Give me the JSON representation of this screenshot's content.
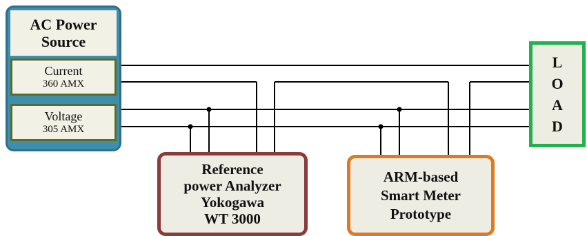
{
  "ac_source": {
    "title_line1": "AC Power",
    "title_line2": "Source",
    "current_label": "Current",
    "current_rating": "360 AMX",
    "voltage_label": "Voltage",
    "voltage_rating": "305 AMX"
  },
  "reference_analyzer": {
    "line1": "Reference",
    "line2": "power Analyzer",
    "line3": "Yokogawa",
    "line4": "WT 3000"
  },
  "smart_meter": {
    "line1": "ARM-based",
    "line2": "Smart Meter",
    "line3": "Prototype"
  },
  "load": {
    "letters": [
      "L",
      "O",
      "A",
      "D"
    ]
  },
  "colors": {
    "source_fill": "#3e8fae",
    "source_inner_border": "#5b6b2a",
    "analyzer_border": "#8c3a3a",
    "meter_border": "#e07a1f",
    "load_border": "#22b14c",
    "wire": "#000000"
  }
}
